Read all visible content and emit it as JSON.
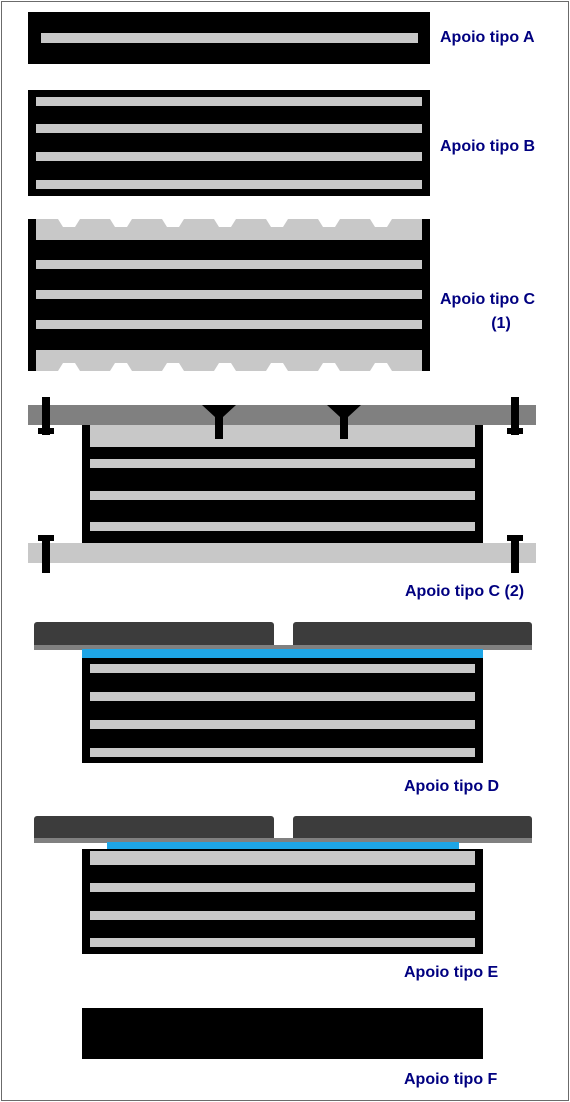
{
  "labels": {
    "type_a": "Apoio tipo A",
    "type_b": "Apoio tipo B",
    "type_c1_line1": "Apoio tipo C",
    "type_c1_line2": "(1)",
    "type_c2": "Apoio tipo C (2)",
    "type_d": "Apoio tipo D",
    "type_e": "Apoio tipo E",
    "type_f": "Apoio tipo F"
  },
  "colors": {
    "elastomer": "#000000",
    "steel_plate": "#c8c8c8",
    "top_plate": "#808080",
    "slide_plate": "#3c3c3c",
    "ptfe_sheet": "#1ea5e6",
    "label_text": "#000080"
  }
}
